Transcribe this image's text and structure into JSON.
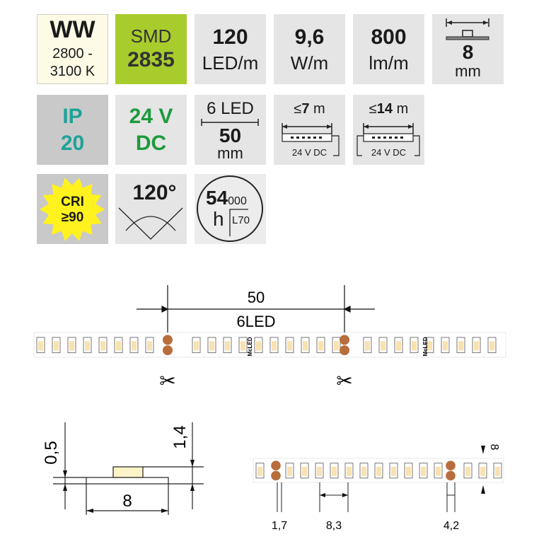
{
  "tiles": {
    "color": {
      "code": "WW",
      "range_line1": "2800 -",
      "range_line2": "3100 K",
      "bg": "#fdfbe6"
    },
    "chip": {
      "label": "SMD",
      "model": "2835",
      "bg": "#a8cc2c"
    },
    "density": {
      "value": "120",
      "unit": "LED/m"
    },
    "power": {
      "value": "9,6",
      "unit": "W/m"
    },
    "flux": {
      "value": "800",
      "unit": "lm/m"
    },
    "width": {
      "value": "8",
      "unit": "mm"
    },
    "ip": {
      "label": "IP",
      "value": "20",
      "color": "#1fa398",
      "bg": "#c9c9c9"
    },
    "voltage": {
      "line1": "24 V",
      "line2": "DC",
      "color": "#1e9a3c"
    },
    "segment": {
      "leds": "6 LED",
      "length": "50",
      "unit": "mm"
    },
    "run_single": {
      "max": "≤",
      "value": "7",
      "unit": "m",
      "supply": "24 V DC"
    },
    "run_double": {
      "max": "≤",
      "value": "14",
      "unit": "m",
      "supply": "24 V DC"
    },
    "cri": {
      "label": "CRI",
      "value": "≥90",
      "star_color": "#fff21f",
      "bg": "#c9c9c9"
    },
    "angle": {
      "value": "120°"
    },
    "lifetime": {
      "value": "54",
      "suffix": "000",
      "unit": "h",
      "rating": "L70"
    }
  },
  "strip_top": {
    "brand": "McLED",
    "segment_length": "50",
    "segment_leds": "6LED"
  },
  "cross_section": {
    "pcb_thickness": "0,5",
    "total_height": "1,4",
    "width": "8"
  },
  "strip_bottom": {
    "pad_width": "1,7",
    "led_pitch": "8,3",
    "pad_gap": "4,2",
    "strip_width": "8"
  }
}
